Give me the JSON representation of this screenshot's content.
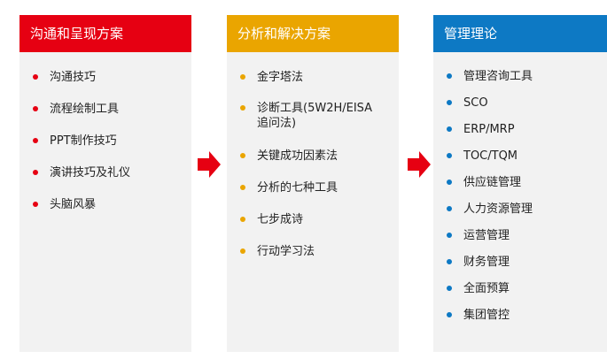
{
  "colors": {
    "panel1": "#e60012",
    "panel2": "#eaa500",
    "panel3": "#0d79c4",
    "arrow": "#e60012",
    "panel_bg": "#f2f2f2"
  },
  "panels": [
    {
      "title": "沟通和呈现方案",
      "items": [
        "沟通技巧",
        "流程绘制工具",
        "PPT制作技巧",
        "演讲技巧及礼仪",
        "头脑风暴"
      ]
    },
    {
      "title": "分析和解决方案",
      "items": [
        "金字塔法",
        "诊断工具(5W2H/EISA\n追问法)",
        "关键成功因素法",
        "分析的七种工具",
        "七步成诗",
        "行动学习法"
      ]
    },
    {
      "title": "管理理论",
      "items": [
        "管理咨询工具",
        "SCO",
        "ERP/MRP",
        "TOC/TQM",
        "供应链管理",
        "人力资源管理",
        "运营管理",
        "财务管理",
        "全面预算",
        "集团管控"
      ]
    }
  ],
  "arrows": [
    {
      "icon": "right-arrow-icon"
    },
    {
      "icon": "right-arrow-icon"
    }
  ]
}
